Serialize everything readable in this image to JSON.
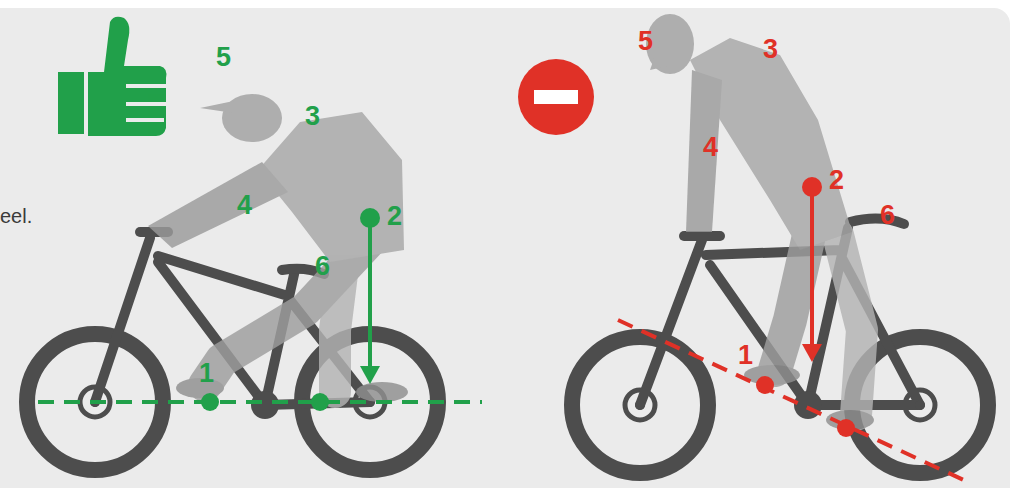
{
  "diagram": {
    "labels": [
      "eel.",
      "5",
      "3",
      "4",
      "2",
      "6",
      "1",
      "5",
      "3",
      "4",
      "2",
      "6",
      "1"
    ]
  }
}
